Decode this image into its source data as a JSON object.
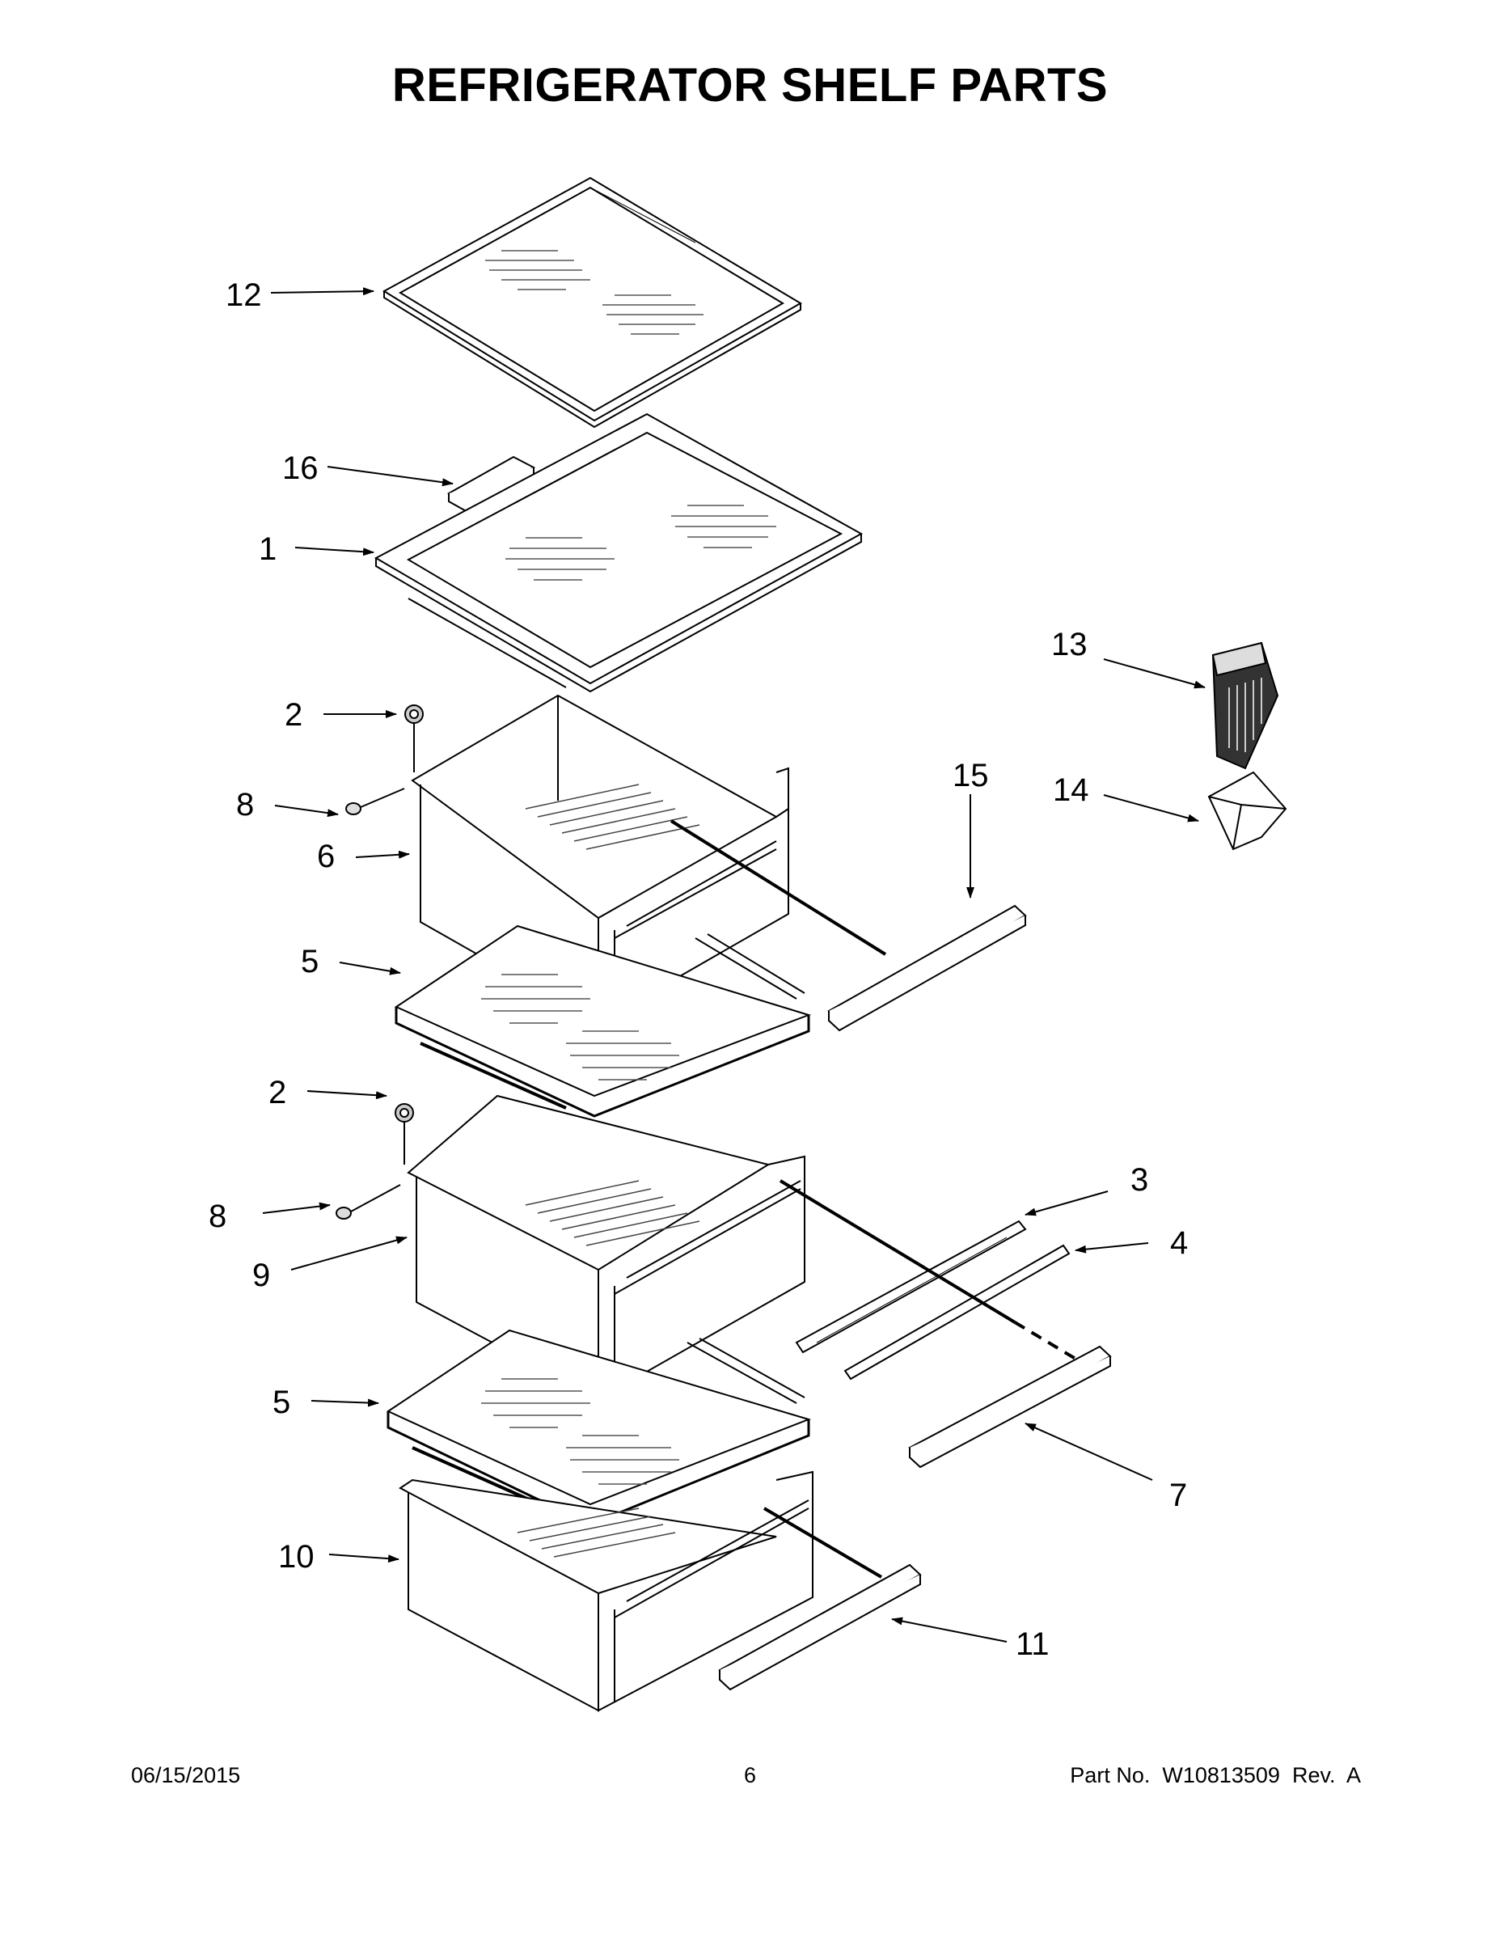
{
  "title": "REFRIGERATOR SHELF PARTS",
  "footer": {
    "date": "06/15/2015",
    "page": "6",
    "part_number": "Part No.  W10813509  Rev.  A"
  },
  "callouts": {
    "c12": "12",
    "c16": "16",
    "c1": "1",
    "c13": "13",
    "c2a": "2",
    "c15": "15",
    "c14": "14",
    "c8a": "8",
    "c6": "6",
    "c5a": "5",
    "c2b": "2",
    "c3": "3",
    "c8b": "8",
    "c4": "4",
    "c9": "9",
    "c5b": "5",
    "c7": "7",
    "c10": "10",
    "c11": "11"
  }
}
